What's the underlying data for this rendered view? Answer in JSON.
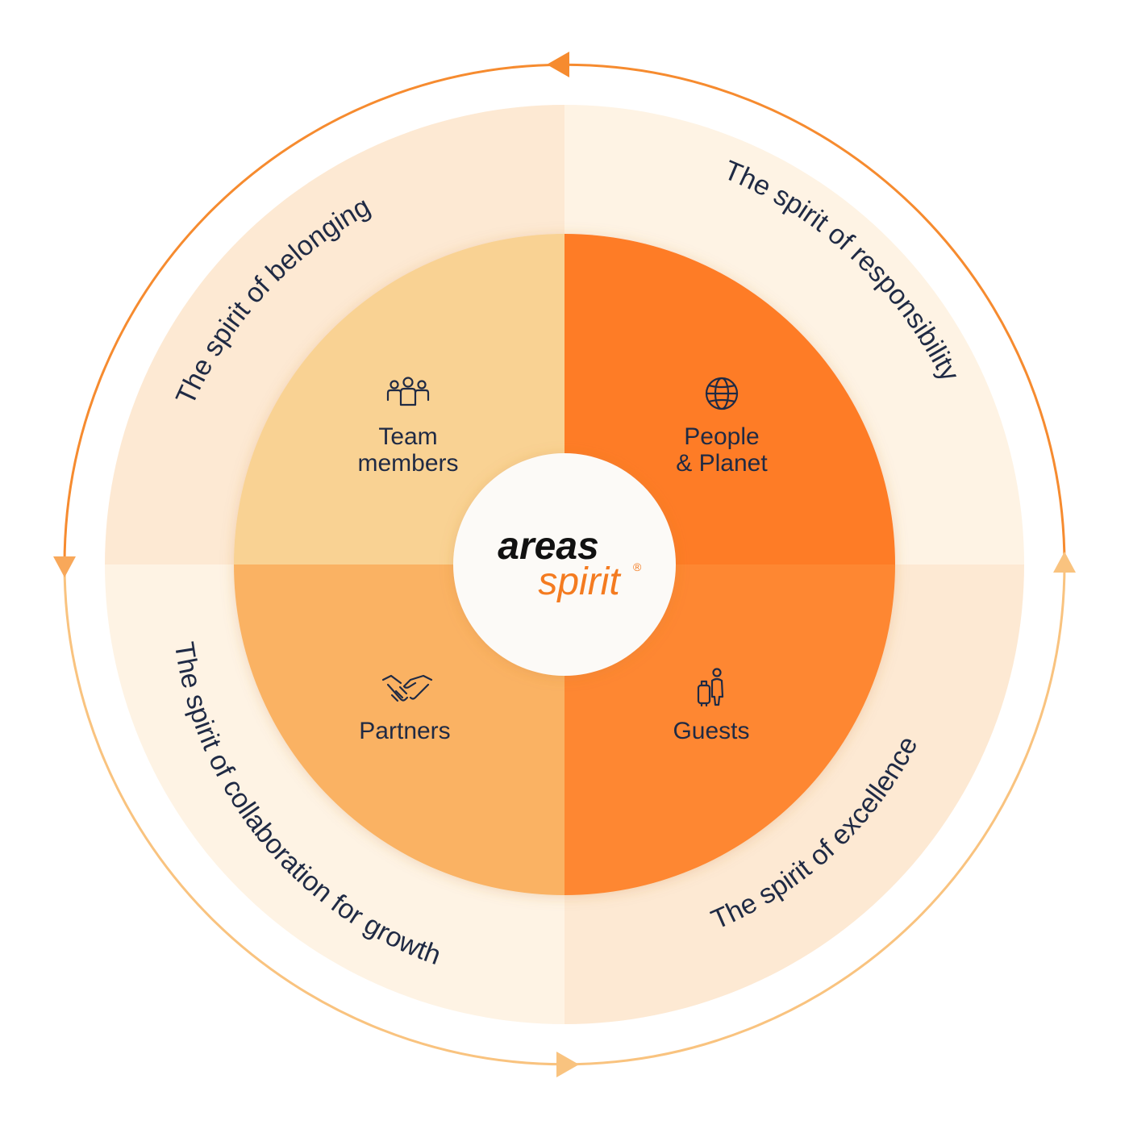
{
  "colors": {
    "ring_top_left": "#fde9d3",
    "ring_top_right": "#fef3e4",
    "ring_bottom_left": "#fef3e4",
    "ring_bottom_right": "#fde9d3",
    "quad_team": "#f9d293",
    "quad_people": "#fe7b26",
    "quad_partners": "#fab264",
    "quad_guests": "#fe8733",
    "cycle_arrow": "#f68b2f",
    "cycle_arrow_light": "#f9c37f",
    "text": "#1f2a44",
    "logo_dark": "#111111",
    "logo_orange": "#f47b20"
  },
  "ring": {
    "top_left": "The spirit of belonging",
    "top_right": "The spirit of responsibility",
    "bottom_left": "The spirit of collaboration for growth",
    "bottom_right": "The spirit of excellence"
  },
  "quadrants": {
    "team": {
      "line1": "Team",
      "line2": "members",
      "icon": "team-icon"
    },
    "people": {
      "line1": "People",
      "line2": "& Planet",
      "icon": "globe-icon"
    },
    "partners": {
      "label": "Partners",
      "icon": "handshake-icon"
    },
    "guests": {
      "label": "Guests",
      "icon": "traveler-icon"
    }
  },
  "logo": {
    "word1": "areas",
    "word2": "spirit",
    "mark": "®"
  }
}
